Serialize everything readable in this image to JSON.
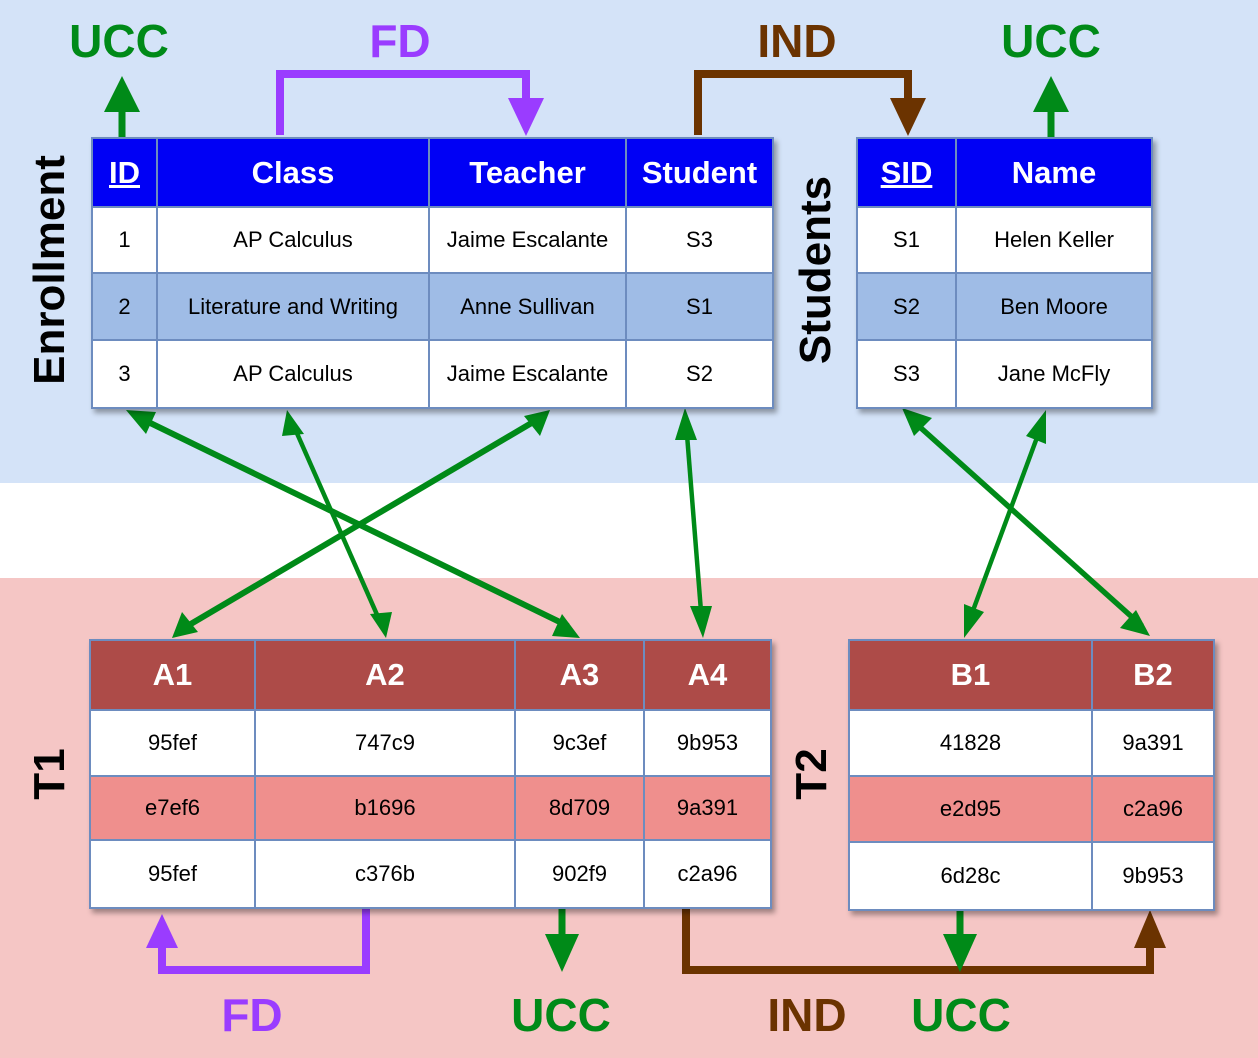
{
  "colors": {
    "top_band": "#d4e3f8",
    "bottom_band": "#f5c6c5",
    "ucc": "#008a18",
    "fd": "#9a3cff",
    "ind": "#6b3300",
    "blue_header": "#0000f5",
    "blue_alt_row": "#9fbce6",
    "red_header": "#ad4b48",
    "red_alt_row": "#ef8f8d"
  },
  "top": {
    "labels": {
      "ucc_left": "UCC",
      "fd": "FD",
      "ind": "IND",
      "ucc_right": "UCC"
    },
    "enrollment": {
      "title": "Enrollment",
      "columns": [
        "ID",
        "Class",
        "Teacher",
        "Student"
      ],
      "key_column": "ID",
      "rows": [
        [
          "1",
          "AP Calculus",
          "Jaime Escalante",
          "S3"
        ],
        [
          "2",
          "Literature and Writing",
          "Anne Sullivan",
          "S1"
        ],
        [
          "3",
          "AP Calculus",
          "Jaime Escalante",
          "S2"
        ]
      ]
    },
    "students": {
      "title": "Students",
      "columns": [
        "SID",
        "Name"
      ],
      "key_column": "SID",
      "rows": [
        [
          "S1",
          "Helen Keller"
        ],
        [
          "S2",
          "Ben Moore"
        ],
        [
          "S3",
          "Jane McFly"
        ]
      ]
    }
  },
  "bottom": {
    "labels": {
      "fd": "FD",
      "ucc_left": "UCC",
      "ind": "IND",
      "ucc_right": "UCC"
    },
    "t1": {
      "title": "T1",
      "columns": [
        "A1",
        "A2",
        "A3",
        "A4"
      ],
      "rows": [
        [
          "95fef",
          "747c9",
          "9c3ef",
          "9b953"
        ],
        [
          "e7ef6",
          "b1696",
          "8d709",
          "9a391"
        ],
        [
          "95fef",
          "c376b",
          "902f9",
          "c2a96"
        ]
      ]
    },
    "t2": {
      "title": "T2",
      "columns": [
        "B1",
        "B2"
      ],
      "rows": [
        [
          "41828",
          "9a391"
        ],
        [
          "e2d95",
          "c2a96"
        ],
        [
          "6d28c",
          "9b953"
        ]
      ]
    }
  },
  "mappings": [
    {
      "from": "Enrollment.ID",
      "to": "T1.A3"
    },
    {
      "from": "Enrollment.Class",
      "to": "T1.A2"
    },
    {
      "from": "Enrollment.Teacher",
      "to": "T1.A1"
    },
    {
      "from": "Enrollment.Student",
      "to": "T1.A4"
    },
    {
      "from": "Students.SID",
      "to": "T2.B2"
    },
    {
      "from": "Students.Name",
      "to": "T2.B1"
    }
  ]
}
